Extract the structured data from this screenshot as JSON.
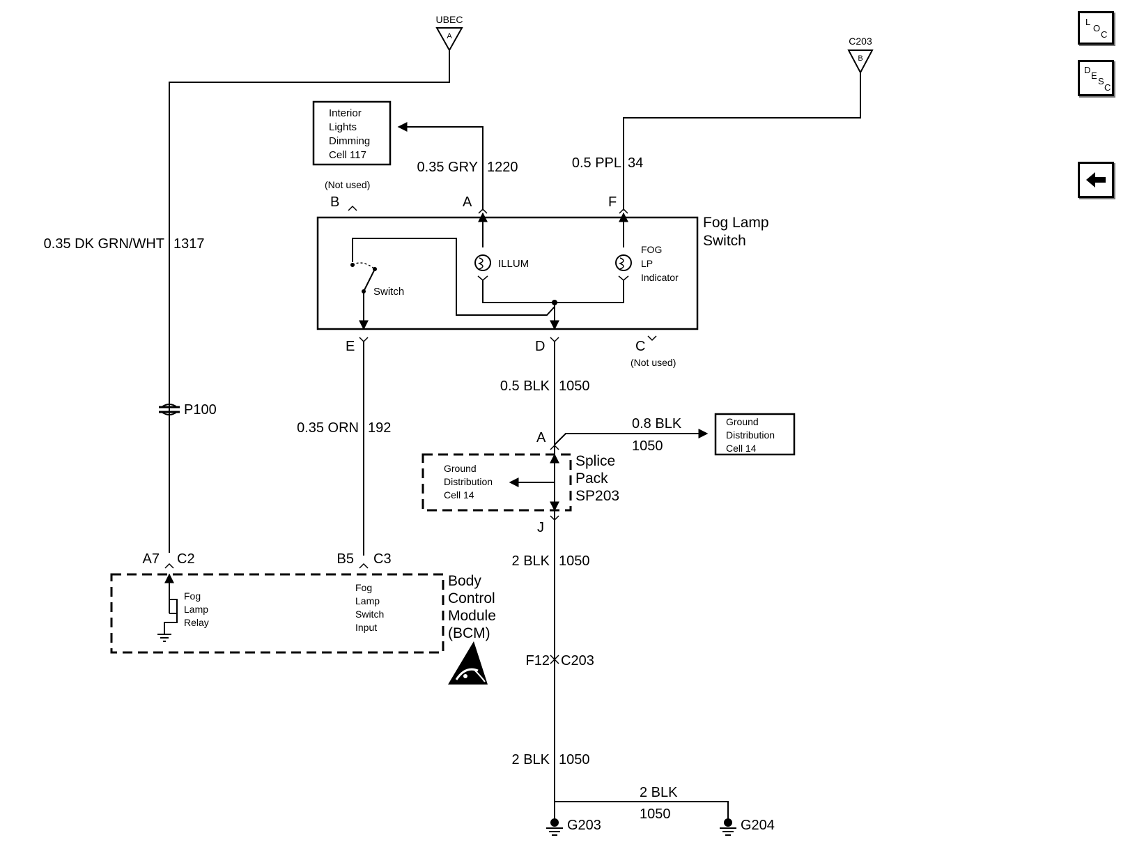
{
  "labels": {
    "ubec": "UBEC",
    "ubec_pin": "A",
    "c203_top": "C203",
    "c203_top_pin": "B",
    "interior_box": [
      "Interior",
      "Lights",
      "Dimming",
      "Cell 117"
    ],
    "wire_1220": "0.35 GRY",
    "circ_1220": "1220",
    "wire_34": "0.5 PPL",
    "circ_34": "34",
    "wire_1317": "0.35 DK GRN/WHT",
    "circ_1317": "1317",
    "not_used": "(Not used)",
    "pin_b": "B",
    "pin_a": "A",
    "pin_f": "F",
    "pin_e": "E",
    "pin_d": "D",
    "pin_c": "C",
    "fog_switch": [
      "Fog Lamp",
      "Switch"
    ],
    "illum": "ILLUM",
    "fog_ind": [
      "FOG",
      "LP",
      "Indicator"
    ],
    "switch": "Switch",
    "wire_1050a": "0.5 BLK",
    "circ_1050": "1050",
    "p100": "P100",
    "wire_192": "0.35 ORN",
    "circ_192": "192",
    "wire_08": "0.8 BLK",
    "ground_dist": [
      "Ground",
      "Distribution",
      "Cell 14"
    ],
    "splice": [
      "Splice",
      "Pack",
      "SP203"
    ],
    "pin_sa": "A",
    "pin_j": "J",
    "pin_a7": "A7",
    "pin_c2": "C2",
    "pin_b5": "B5",
    "pin_c3": "C3",
    "wire_2blk": "2 BLK",
    "bcm": [
      "Body",
      "Control",
      "Module",
      "(BCM)"
    ],
    "fog_relay": [
      "Fog",
      "Lamp",
      "Relay"
    ],
    "fog_input": [
      "Fog",
      "Lamp",
      "Switch",
      "Input"
    ],
    "pin_f12": "F12",
    "conn_c203": "C203",
    "g203": "G203",
    "g204": "G204"
  },
  "nav": {
    "loc": [
      "L",
      "O",
      "C"
    ],
    "desc": [
      "D",
      "E",
      "S",
      "C"
    ],
    "back_icon": "left-arrow-icon"
  }
}
